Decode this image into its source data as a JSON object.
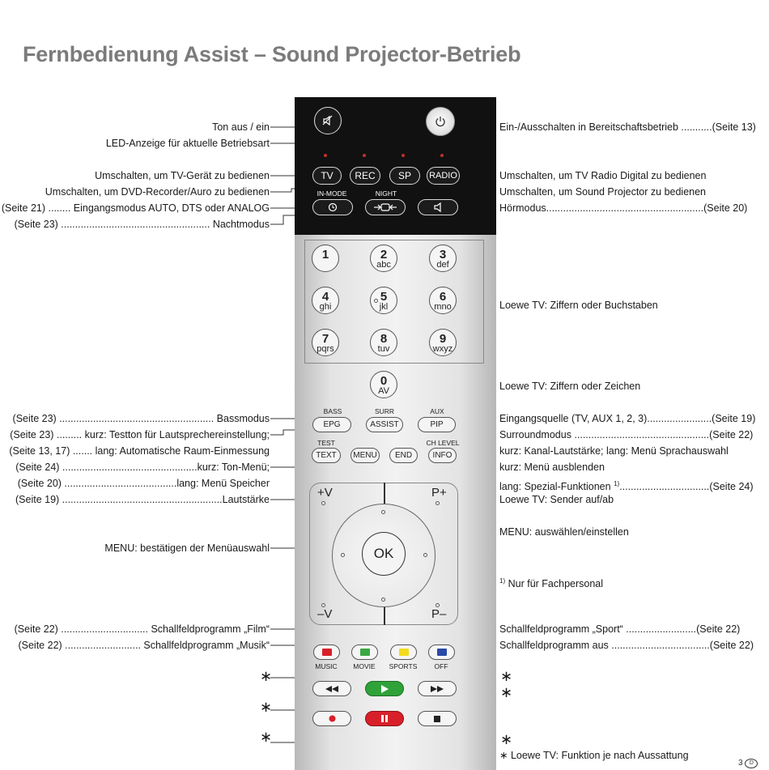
{
  "title": "Fernbedienung Assist – Sound Projector-Betrieb",
  "left_labels": [
    "Ton aus / ein",
    "LED-Anzeige  für aktuelle Betriebsart",
    "Umschalten, um TV-Gerät zu bedienen",
    "Umschalten, um DVD-Recorder/Auro zu bedienen",
    "(Seite 21) ........ Eingangsmodus AUTO, DTS oder ANALOG",
    "(Seite 23) ..................................................... Nachtmodus",
    "(Seite 23) ....................................................... Bassmodus",
    "(Seite 23) ......... kurz: Testton für Lautsprechereinstellung;",
    "(Seite 13, 17) ....... lang: Automatische Raum-Einmessung",
    "(Seite 24) ................................................kurz: Ton-Menü;",
    "(Seite 20) ........................................lang: Menü Speicher",
    "(Seite 19) .........................................................Lautstärke",
    "MENU: bestätigen der Menüauswahl",
    "(Seite 22) ............................... Schallfeldprogramm „Film“",
    "(Seite 22) ........................... Schallfeldprogramm „Musik“"
  ],
  "right_labels": [
    "Ein-/Ausschalten in Bereitschaftsbetrieb ...........(Seite 13)",
    "Umschalten, um TV Radio Digital zu bedienen",
    "Umschalten, um Sound Projector zu bedienen",
    "Hörmodus........................................................(Seite 20)",
    "Loewe TV: Ziffern oder Buchstaben",
    "Loewe TV: Ziffern oder Zeichen",
    "Eingangsquelle (TV, AUX 1, 2, 3).......................(Seite 19)",
    "Surroundmodus ................................................(Seite 22)",
    "kurz: Kanal-Lautstärke; lang: Menü Sprachauswahl",
    "kurz: Menü ausblenden",
    "lang: Spezial-Funktionen",
    "1)",
    "................................(Seite 24)",
    "Loewe TV: Sender auf/ab",
    "MENU: auswählen/einstellen",
    "1)",
    "Nur für Fachpersonal",
    "Schallfeldprogramm „Sport“ .........................(Seite 22)",
    "Schallfeldprogramm aus ...................................(Seite 22)",
    "∗ Loewe TV: Funktion je nach Aussattung"
  ],
  "asterisk": "∗",
  "remote": {
    "mode_buttons": [
      "TV",
      "REC",
      "SP",
      "RADIO"
    ],
    "in_mode": "IN-MODE",
    "night": "NIGHT",
    "digits": [
      {
        "d": "1",
        "l": ""
      },
      {
        "d": "2",
        "l": "abc"
      },
      {
        "d": "3",
        "l": "def"
      },
      {
        "d": "4",
        "l": "ghi"
      },
      {
        "d": "5",
        "l": "jkl"
      },
      {
        "d": "6",
        "l": "mno"
      },
      {
        "d": "7",
        "l": "pqrs"
      },
      {
        "d": "8",
        "l": "tuv"
      },
      {
        "d": "9",
        "l": "wxyz"
      }
    ],
    "zero": {
      "d": "0",
      "l": "AV"
    },
    "bass": "BASS",
    "surr": "SURR",
    "aux": "AUX",
    "epg": "EPG",
    "assist": "ASSIST",
    "pip": "PIP",
    "test": "TEST",
    "ch_level": "CH LEVEL",
    "text": "TEXT",
    "menu": "MENU",
    "end": "END",
    "info": "INFO",
    "vol_up": "+V",
    "vol_down": "–V",
    "p_up": "P+",
    "p_down": "P–",
    "ok": "OK",
    "color_labels": [
      "MUSIC",
      "MOVIE",
      "SPORTS",
      "OFF"
    ],
    "colors": {
      "red": "#d8202a",
      "green": "#3aa844",
      "yellow": "#f2dc1c",
      "blue": "#2a4aa8"
    }
  },
  "page_number": "3",
  "lang_badge": "D"
}
